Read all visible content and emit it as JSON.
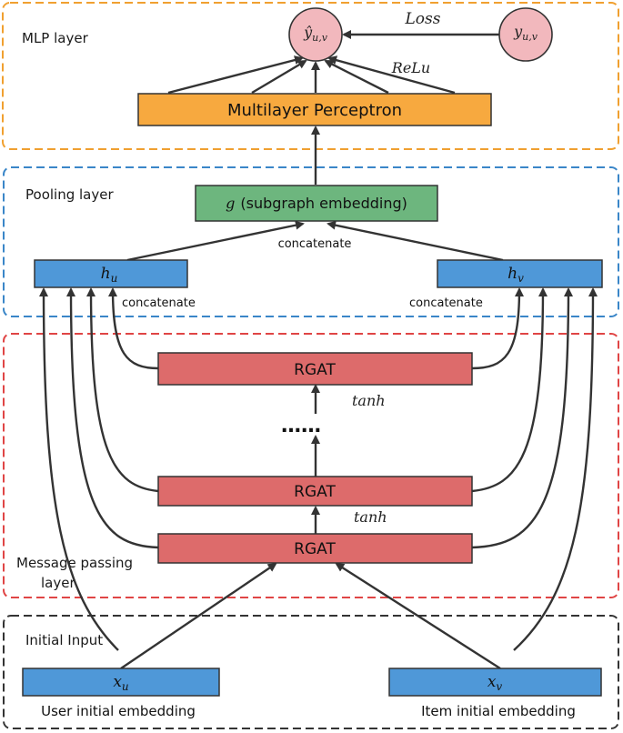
{
  "colors": {
    "mlp_border": "#f0a030",
    "pooling_border": "#3a86c8",
    "message_border": "#e04545",
    "input_border": "#333333",
    "mlp_box": "#f7a93f",
    "green_box": "#6db67e",
    "blue_box": "#4f98d8",
    "red_box": "#dd6b6b",
    "node_pink": "#f2b8bd",
    "arrow": "#333333"
  },
  "sections": {
    "mlp": "MLP layer",
    "pooling": "Pooling layer",
    "message_line1": "Message passing",
    "message_line2": "layer",
    "input": "Initial Input"
  },
  "nodes": {
    "y_hat_base": "ŷ",
    "y_hat_sub": "u,v",
    "y_base": "y",
    "y_sub": "u,v"
  },
  "boxes": {
    "mlp": "Multilayer Perceptron",
    "g_symbol": "g",
    "g_text": "(subgraph embedding)",
    "h_u_base": "h",
    "h_u_sub": "u",
    "h_v_base": "h",
    "h_v_sub": "v",
    "rgat_top": "RGAT",
    "rgat_mid": "RGAT",
    "rgat_bottom": "RGAT",
    "x_u_base": "x",
    "x_u_sub": "u",
    "x_v_base": "x",
    "x_v_sub": "v"
  },
  "labels": {
    "loss": "Loss",
    "relu": "ReLu",
    "concat_top": "concatenate",
    "concat_left": "concatenate",
    "concat_right": "concatenate",
    "tanh_upper": "tanh",
    "tanh_lower": "tanh",
    "dots": "……",
    "user_embedding": "User initial embedding",
    "item_embedding": "Item initial embedding"
  }
}
